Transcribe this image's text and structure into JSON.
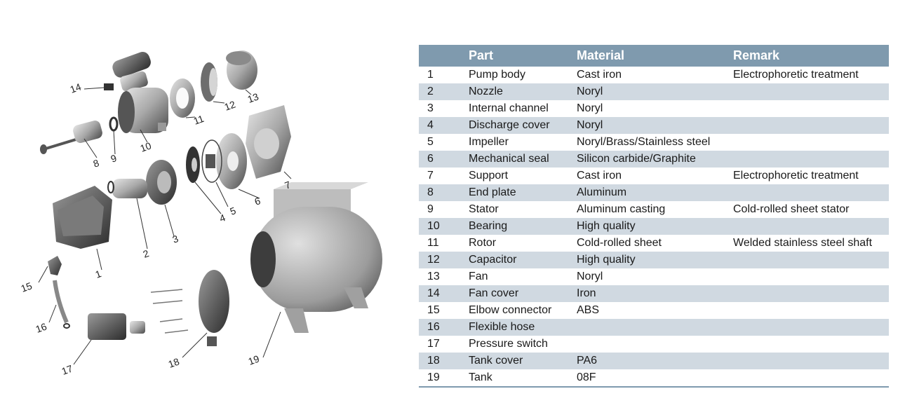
{
  "table": {
    "headers": {
      "no": "",
      "part": "Part",
      "material": "Material",
      "remark": "Remark"
    },
    "rows": [
      {
        "no": "1",
        "part": "Pump body",
        "material": "Cast iron",
        "remark": "Electrophoretic treatment"
      },
      {
        "no": "2",
        "part": "Nozzle",
        "material": "Noryl",
        "remark": ""
      },
      {
        "no": "3",
        "part": "Internal channel",
        "material": "Noryl",
        "remark": ""
      },
      {
        "no": "4",
        "part": "Discharge cover",
        "material": "Noryl",
        "remark": ""
      },
      {
        "no": "5",
        "part": "Impeller",
        "material": "Noryl/Brass/Stainless steel",
        "remark": ""
      },
      {
        "no": "6",
        "part": "Mechanical seal",
        "material": "Silicon carbide/Graphite",
        "remark": ""
      },
      {
        "no": "7",
        "part": "Support",
        "material": "Cast iron",
        "remark": "Electrophoretic treatment"
      },
      {
        "no": "8",
        "part": "End plate",
        "material": "Aluminum",
        "remark": ""
      },
      {
        "no": "9",
        "part": "Stator",
        "material": "Aluminum casting",
        "remark": "Cold-rolled sheet stator"
      },
      {
        "no": "10",
        "part": "Bearing",
        "material": "High quality",
        "remark": ""
      },
      {
        "no": "11",
        "part": "Rotor",
        "material": "Cold-rolled sheet",
        "remark": "Welded stainless steel shaft"
      },
      {
        "no": "12",
        "part": "Capacitor",
        "material": "High quality",
        "remark": ""
      },
      {
        "no": "13",
        "part": "Fan",
        "material": "Noryl",
        "remark": ""
      },
      {
        "no": "14",
        "part": "Fan cover",
        "material": "Iron",
        "remark": ""
      },
      {
        "no": "15",
        "part": "Elbow connector",
        "material": "ABS",
        "remark": ""
      },
      {
        "no": "16",
        "part": "Flexible hose",
        "material": "",
        "remark": ""
      },
      {
        "no": "17",
        "part": "Pressure switch",
        "material": "",
        "remark": ""
      },
      {
        "no": "18",
        "part": "Tank cover",
        "material": "PA6",
        "remark": ""
      },
      {
        "no": "19",
        "part": "Tank",
        "material": "08F",
        "remark": ""
      }
    ]
  },
  "diagram": {
    "callouts": [
      "1",
      "2",
      "3",
      "4",
      "5",
      "6",
      "7",
      "8",
      "9",
      "10",
      "11",
      "12",
      "13",
      "14",
      "15",
      "16",
      "17",
      "18",
      "19"
    ]
  },
  "colors": {
    "header_bg": "#7f9aae",
    "stripe": "#d0d9e1",
    "line": "#7f9aae"
  }
}
